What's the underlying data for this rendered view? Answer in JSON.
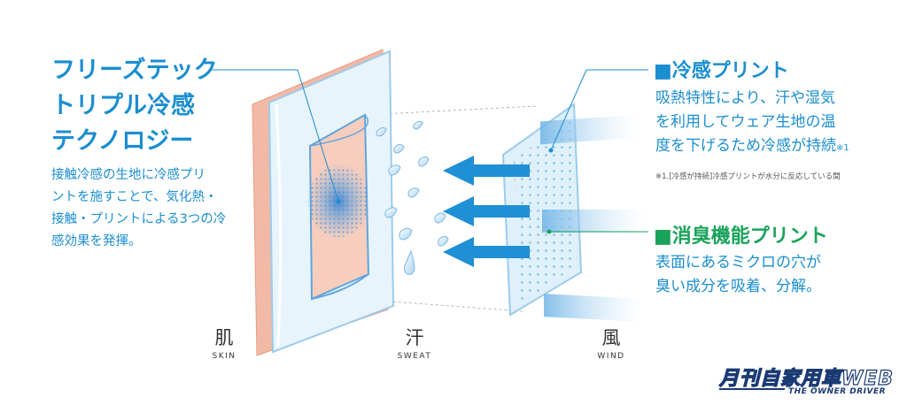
{
  "left": {
    "title_lines": [
      "フリーズテック",
      "トリプル冷感",
      "テクノロジー"
    ],
    "desc_lines": [
      "接触冷感の生地に冷感プリ",
      "ントを施すことで、気化熱・",
      "接触・プリントによる3つの冷",
      "感効果を発揮。"
    ]
  },
  "right_top": {
    "heading": "■冷感プリント",
    "desc_lines": [
      "吸熱特性により、汗や湿気",
      "を利用してウェア生地の温",
      "度を下げるため冷感が持続"
    ],
    "note_mark": "※1",
    "footnote": "※1.[冷感が持続]冷感プリントが水分に反応している間"
  },
  "right_bottom": {
    "heading": "■消臭機能プリント",
    "desc_lines": [
      "表面にあるミクロの穴が",
      "臭い成分を吸着、分解。"
    ]
  },
  "labels": {
    "skin_jp": "肌",
    "skin_en": "SKIN",
    "sweat_jp": "汗",
    "sweat_en": "SWEAT",
    "wind_jp": "風",
    "wind_en": "WIND"
  },
  "logo": {
    "main": "月刊自家用車WEB",
    "sub": "THE OWNER DRIVER"
  },
  "colors": {
    "blue": "#1b8ed0",
    "green": "#1aa35a",
    "skin": "#f2b9a6",
    "logo_navy": "#1a3a73"
  }
}
